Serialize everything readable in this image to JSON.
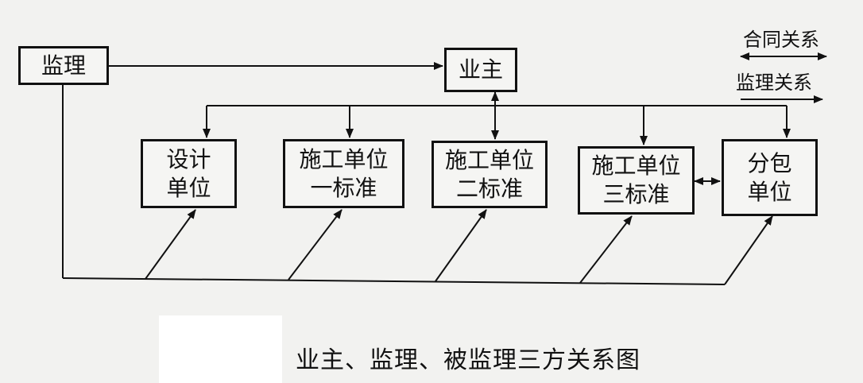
{
  "nodes": {
    "supervisor": "监理",
    "owner": "业主",
    "design": [
      "设计",
      "单位"
    ],
    "section1": [
      "施工单位",
      "一标准"
    ],
    "section2": [
      "施工单位",
      "二标准"
    ],
    "section3": [
      "施工单位",
      "三标准"
    ],
    "subcontract": [
      "分包",
      "单位"
    ]
  },
  "legend": {
    "contract": "合同关系",
    "supervision": "监理关系"
  },
  "caption": "业主、监理、被监理三方关系图"
}
